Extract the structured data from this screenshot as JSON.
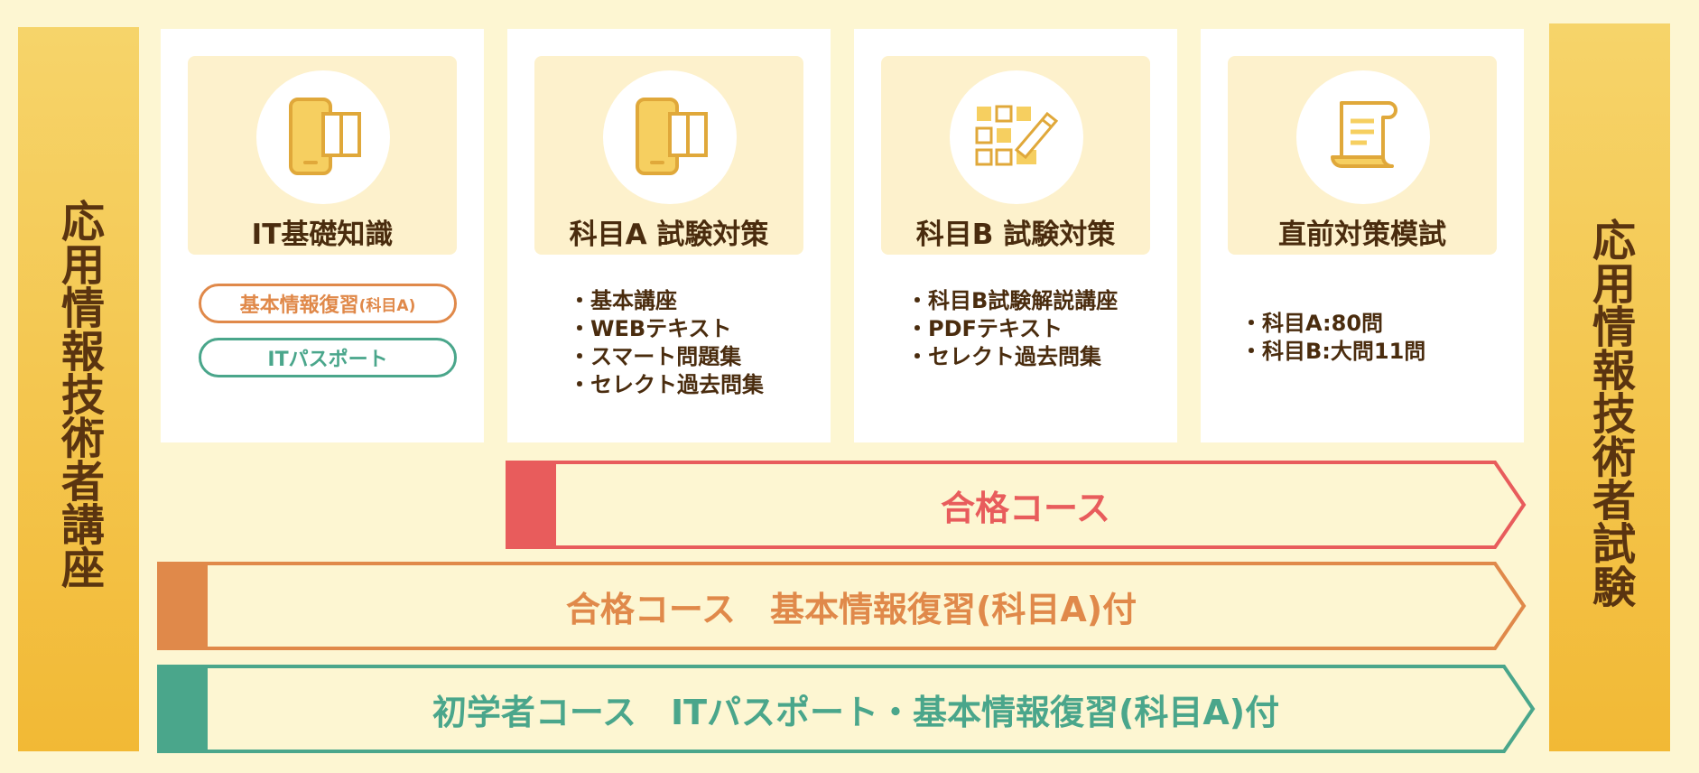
{
  "left_pillar": {
    "text": "応用情報技術者講座"
  },
  "right_pillar": {
    "text": "応用情報技術者試験"
  },
  "cards": [
    {
      "title": "IT基礎知識",
      "icon": "phone-book-icon",
      "pills": [
        {
          "text": "基本情報復習",
          "suffix": "(科目A)",
          "color": "#e0894a"
        },
        {
          "text": "ITパスポート",
          "color": "#4aa68b"
        }
      ]
    },
    {
      "title": "科目A 試験対策",
      "icon": "phone-book-icon",
      "bullets": [
        "基本講座",
        "WEBテキスト",
        "スマート問題集",
        "セレクト過去問集"
      ]
    },
    {
      "title": "科目B 試験対策",
      "icon": "grid-pencil-icon",
      "bullets": [
        "科目B試験解説講座",
        "PDFテキスト",
        "セレクト過去問集"
      ]
    },
    {
      "title": "直前対策模試",
      "icon": "scroll-icon",
      "bullets": [
        "科目A:80問",
        "科目B:大問11問"
      ]
    }
  ],
  "courses": [
    {
      "label": "合格コース",
      "color": "#e85c5c"
    },
    {
      "label": "合格コース　基本情報復習(科目A)付",
      "color": "#e0894a"
    },
    {
      "label": "初学者コース　ITパスポート・基本情報復習(科目A)付",
      "color": "#4aa68b"
    }
  ],
  "colors": {
    "background": "#fdf6d2",
    "pillar": "#f2b935",
    "icon_fill": "#f6cf60",
    "icon_stroke": "#e0a83a"
  }
}
